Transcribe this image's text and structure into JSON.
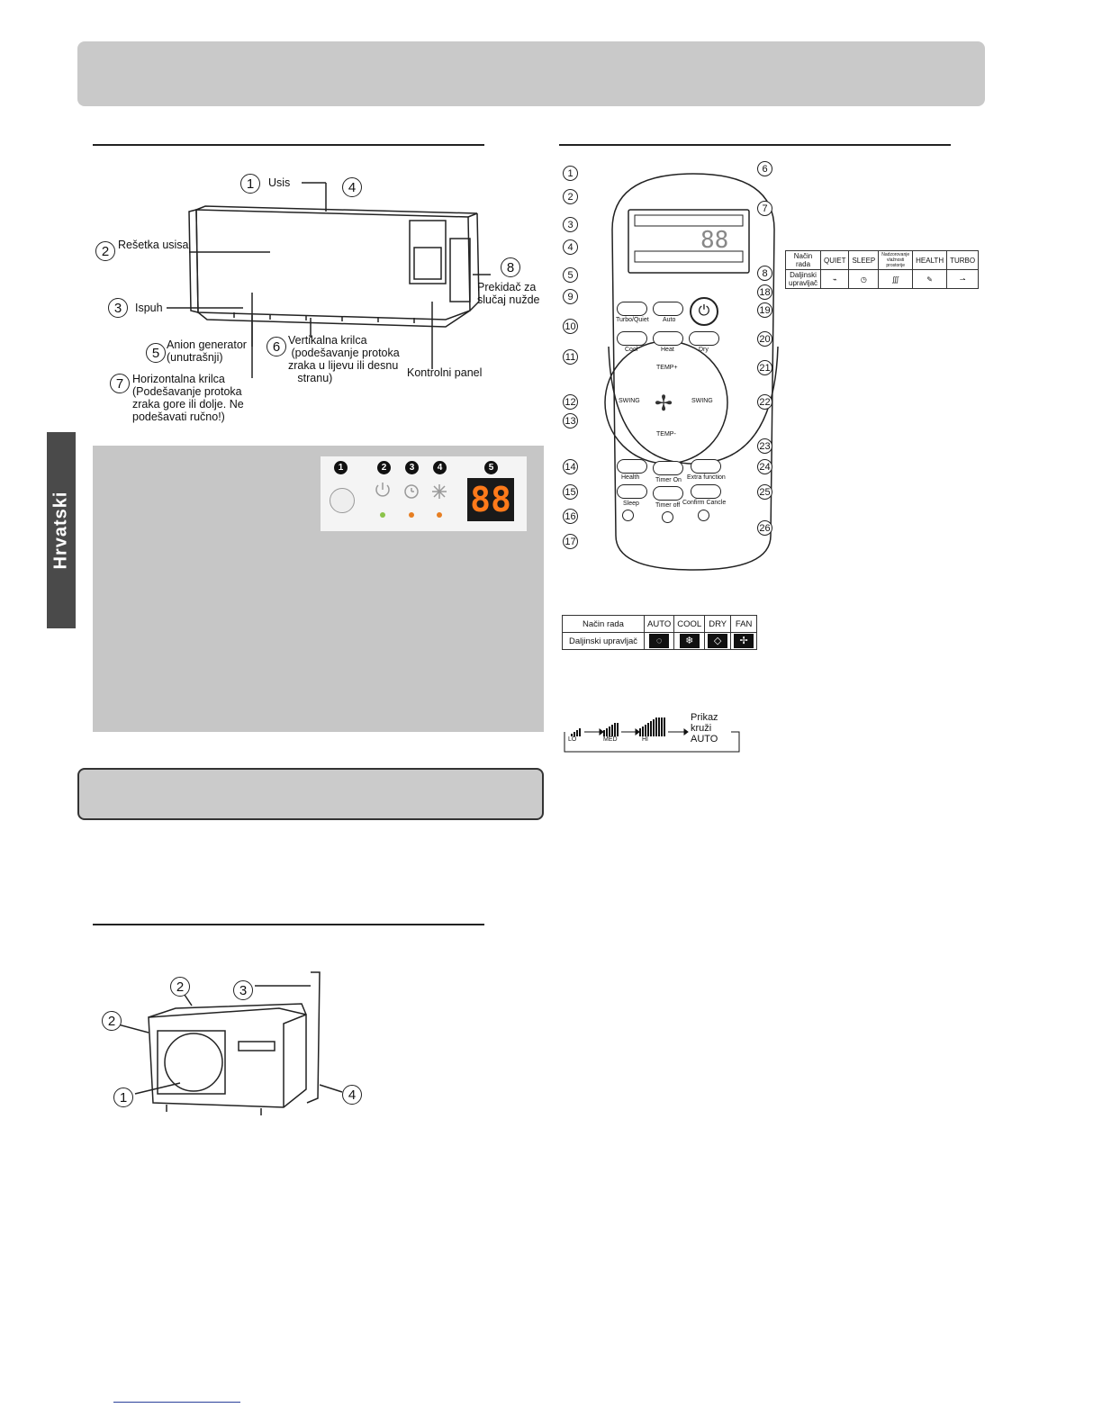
{
  "side_tab": "Hrvatski",
  "indoor_unit": {
    "labels": [
      {
        "num": "1",
        "text": "Usis"
      },
      {
        "num": "2",
        "text": "Rešetka usisa"
      },
      {
        "num": "3",
        "text": "Ispuh"
      },
      {
        "num": "4",
        "text": ""
      },
      {
        "num": "5",
        "text": "Anion generator\n(unutrašnji)"
      },
      {
        "num": "6",
        "text": "Vertikalna krilca\n (podešavanje protoka\nzraka u lijevu ili desnu\n   stranu)"
      },
      {
        "num": "7",
        "text": "Horizontalna krilca\n(Podešavanje protoka\nzraka gore ili dolje. Ne\npodešavati ručno!)"
      },
      {
        "num": "8",
        "text": "Prekidač za\nslučaj nužde"
      }
    ],
    "control_panel_label": "Kontrolni panel"
  },
  "display_panel": {
    "numbers": [
      "1",
      "2",
      "3",
      "4",
      "5"
    ],
    "digits": "88",
    "led_colors": [
      "#8bc34a",
      "#e67e22",
      "#e67e22"
    ]
  },
  "outdoor_unit": {
    "labels": [
      "1",
      "2",
      "2",
      "3",
      "4"
    ]
  },
  "remote": {
    "left_numbers": [
      "1",
      "2",
      "3",
      "4",
      "5",
      "9",
      "10",
      "11",
      "12",
      "13",
      "14",
      "15",
      "16",
      "17"
    ],
    "right_numbers": [
      "6",
      "7",
      "8",
      "18",
      "19",
      "20",
      "21",
      "22",
      "23",
      "24",
      "25",
      "26"
    ],
    "buttons": {
      "turbo_quiet": "Turbo/Quiet",
      "auto": "Auto",
      "cool": "Cool",
      "heat": "Heat",
      "dry": "Dry",
      "temp_plus": "TEMP+",
      "temp_minus": "TEMP-",
      "swing_left": "SWING",
      "swing_right": "SWING",
      "health": "Health",
      "timer_on": "Timer On",
      "extra_function": "Extra function",
      "sleep": "Sleep",
      "timer_off": "Timer off",
      "confirm_cancel": "Confirm Cancle"
    }
  },
  "function_table": {
    "headers": [
      "Način rada",
      "QUIET",
      "SLEEP",
      "Nadzorovanje vlažnosti prostorije",
      "HEALTH",
      "TURBO"
    ],
    "row_label": "Daljinski upravljač"
  },
  "mode_table": {
    "headers": [
      "Način rada",
      "AUTO",
      "COOL",
      "DRY",
      "FAN"
    ],
    "row_label": "Daljinski upravljač",
    "icons": [
      "auto-icon",
      "snowflake-icon",
      "drop-icon",
      "fan-icon"
    ]
  },
  "fan_speed": {
    "steps": [
      "LO",
      "MED",
      "HI"
    ],
    "cycle_text": "Prikaz\nkruži\nAUTO"
  }
}
